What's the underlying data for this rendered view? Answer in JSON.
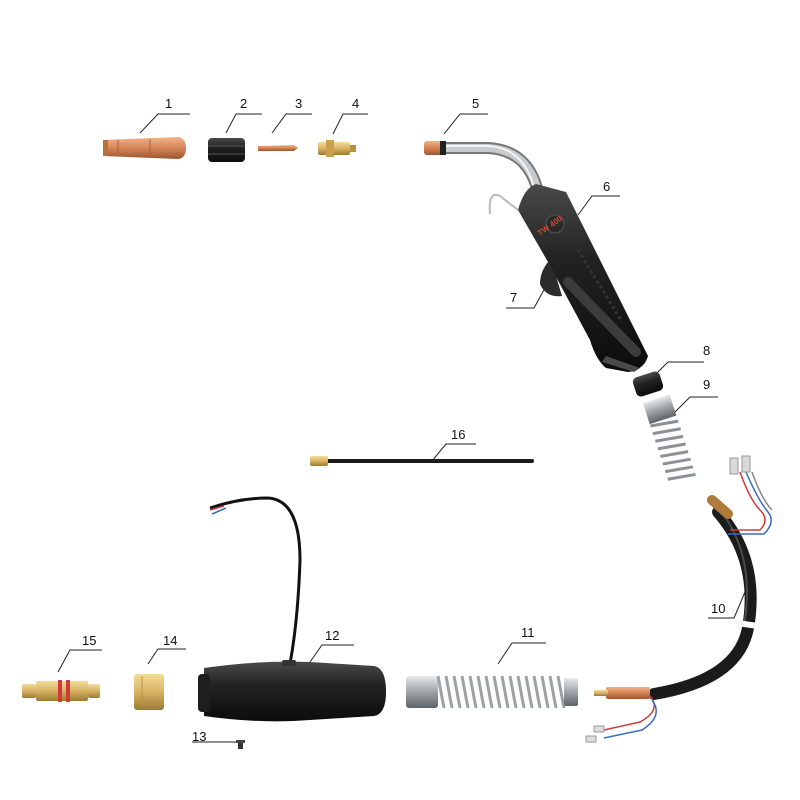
{
  "diagram": {
    "labels": {
      "p1": "1",
      "p2": "2",
      "p3": "3",
      "p4": "4",
      "p5": "5",
      "p6": "6",
      "p7": "7",
      "p8": "8",
      "p9": "9",
      "p10": "10",
      "p11": "11",
      "p12": "12",
      "p13": "13",
      "p14": "14",
      "p15": "15",
      "p16": "16"
    },
    "handle_marking": "TW 400",
    "colors": {
      "copper": "#d9895a",
      "brass": "#d8b264",
      "rubber": "#1e1e1e",
      "spring": "#c9ccd0",
      "wire_red": "#d23a3a",
      "wire_blue": "#3a68c8"
    }
  }
}
